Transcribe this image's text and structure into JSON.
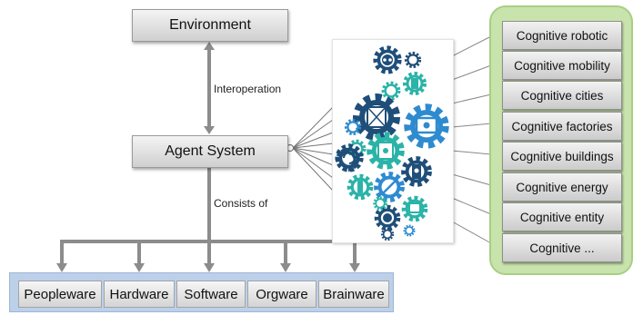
{
  "environment": "Environment",
  "interoperation": "Interoperation",
  "agent_system": "Agent System",
  "consists_of": "Consists of",
  "components": [
    "Peopleware",
    "Hardware",
    "Software",
    "Orgware",
    "Brainware"
  ],
  "cognitive": [
    "Cognitive robotic",
    "Cognitive mobility",
    "Cognitive cities",
    "Cognitive factories",
    "Cognitive buildings",
    "Cognitive energy",
    "Cognitive entity",
    "Cognitive ..."
  ],
  "colors": {
    "box_gray": "#d9d9d9",
    "connector_gray": "#8c8c8c",
    "green_panel": "#c9e3ad",
    "blue_bar": "#bcd0ea",
    "gear_navy": "#1f4e79",
    "gear_teal": "#2bb3a8",
    "gear_blue": "#2e8bd0"
  }
}
